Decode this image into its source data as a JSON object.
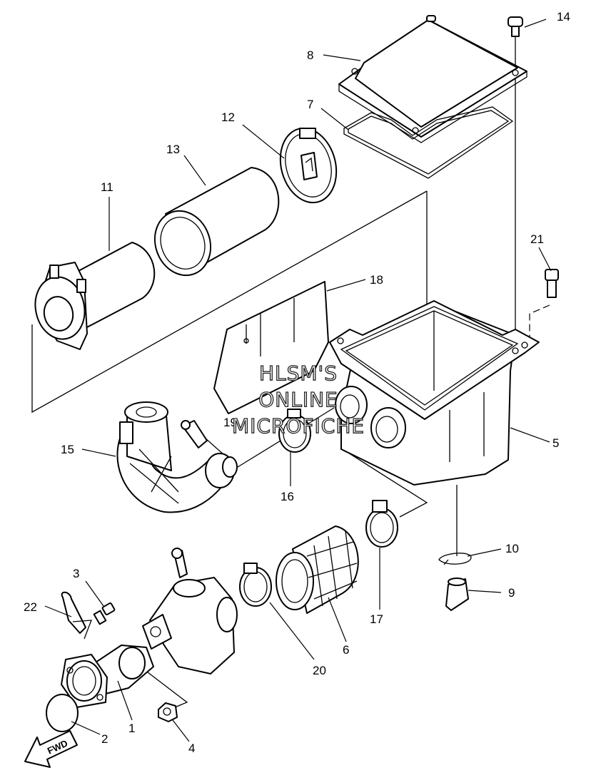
{
  "callouts": {
    "p1": "1",
    "p2": "2",
    "p3": "3",
    "p4": "4",
    "p5": "5",
    "p6": "6",
    "p7": "7",
    "p8": "8",
    "p9": "9",
    "p10": "10",
    "p11": "11",
    "p12": "12",
    "p13": "13",
    "p14": "14",
    "p15": "15",
    "p16": "16",
    "p17": "17",
    "p18": "18",
    "p19": "19",
    "p20": "20",
    "p21": "21",
    "p22": "22"
  },
  "watermark": {
    "line1": "HLSM'S",
    "line2": "ONLINE",
    "line3": "MICROFICHE"
  },
  "fwd_label": "FWD",
  "colors": {
    "ink": "#000000",
    "paper": "#ffffff"
  }
}
